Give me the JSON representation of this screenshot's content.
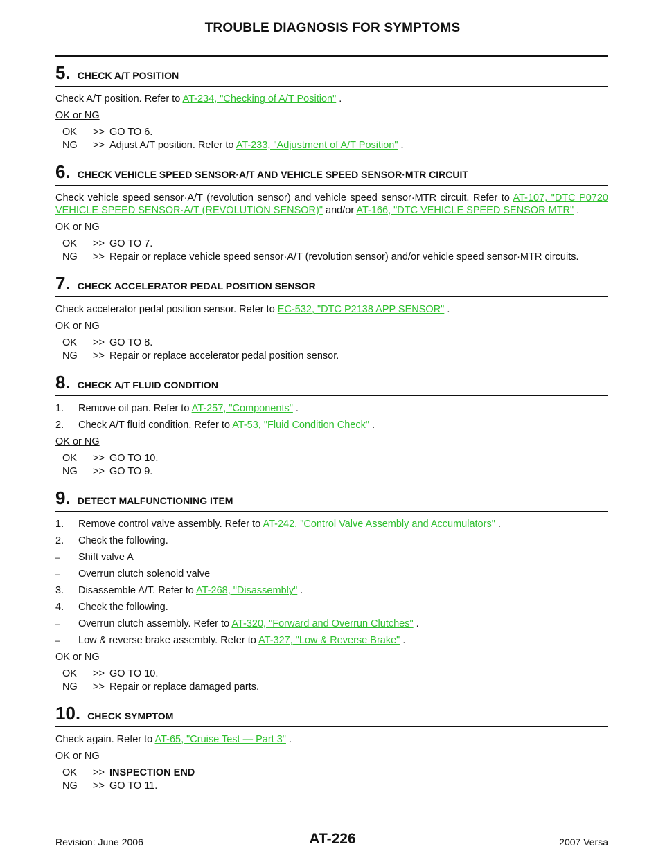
{
  "header": {
    "title": "TROUBLE DIAGNOSIS FOR SYMPTOMS"
  },
  "labels": {
    "ok_or_ng": "OK or NG",
    "ok": "OK",
    "ng": "NG",
    "arrow": ">>",
    "dash": "–"
  },
  "steps": [
    {
      "num": "5.",
      "title": "CHECK A/T POSITION",
      "text_pre": "Check A/T position. Refer to ",
      "link": "AT-234, \"Checking of A/T Position\"",
      "text_post": " .",
      "ok": "GO TO 6.",
      "ng_pre": "Adjust A/T position. Refer to ",
      "ng_link": "AT-233, \"Adjustment of A/T Position\"",
      "ng_post": " ."
    },
    {
      "num": "6.",
      "title": "CHECK VEHICLE SPEED SENSOR·A/T AND VEHICLE SPEED SENSOR·MTR CIRCUIT",
      "text_pre": "Check vehicle speed sensor·A/T (revolution sensor) and vehicle speed sensor·MTR circuit. Refer to ",
      "link": "AT-107, \"DTC P0720 VEHICLE SPEED SENSOR·A/T (REVOLUTION SENSOR)\"",
      "text_mid": "  and/or ",
      "link2": "AT-166, \"DTC VEHICLE SPEED SENSOR MTR\"",
      "text_post": " .",
      "ok": "GO TO 7.",
      "ng": "Repair or replace vehicle speed sensor·A/T (revolution sensor) and/or vehicle speed sensor·MTR circuits."
    },
    {
      "num": "7.",
      "title": "CHECK ACCELERATOR PEDAL POSITION SENSOR",
      "text_pre": "Check accelerator pedal position sensor. Refer to ",
      "link": "EC-532, \"DTC P2138 APP SENSOR\"",
      "text_post": " .",
      "ok": "GO TO 8.",
      "ng": "Repair or replace accelerator pedal position sensor."
    },
    {
      "num": "8.",
      "title": "CHECK A/T FLUID CONDITION",
      "items": [
        {
          "n": "1.",
          "pre": "Remove oil pan. Refer to ",
          "link": "AT-257, \"Components\"",
          "post": " ."
        },
        {
          "n": "2.",
          "pre": "Check A/T fluid condition. Refer to ",
          "link": "AT-53, \"Fluid Condition Check\"",
          "post": " ."
        }
      ],
      "ok": "GO TO 10.",
      "ng": "GO TO 9."
    },
    {
      "num": "9.",
      "title": "DETECT MALFUNCTIONING ITEM",
      "item1": {
        "n": "1.",
        "pre": "Remove control valve assembly. Refer to ",
        "link": "AT-242, \"Control Valve Assembly and Accumulators\"",
        "post": " ."
      },
      "item2": {
        "n": "2.",
        "text": "Check the following."
      },
      "sub1": [
        "Shift valve A",
        "Overrun clutch solenoid valve"
      ],
      "item3": {
        "n": "3.",
        "pre": "Disassemble A/T. Refer to ",
        "link": "AT-268, \"Disassembly\"",
        "post": " ."
      },
      "item4": {
        "n": "4.",
        "text": "Check the following."
      },
      "sub2": [
        {
          "pre": "Overrun clutch assembly. Refer to ",
          "link": "AT-320, \"Forward and Overrun Clutches\"",
          "post": " ."
        },
        {
          "pre": "Low & reverse brake assembly. Refer to ",
          "link": "AT-327, \"Low & Reverse Brake\"",
          "post": " ."
        }
      ],
      "ok": "GO TO 10.",
      "ng": "Repair or replace damaged parts."
    },
    {
      "num": "10.",
      "title": "CHECK SYMPTOM",
      "text_pre": "Check again. Refer to ",
      "link": "AT-65, \"Cruise Test — Part 3\"",
      "text_post": " .",
      "ok": "INSPECTION END",
      "ng": "GO TO 11."
    }
  ],
  "footer": {
    "revision": "Revision: June 2006",
    "page": "AT-226",
    "model": "2007 Versa"
  }
}
